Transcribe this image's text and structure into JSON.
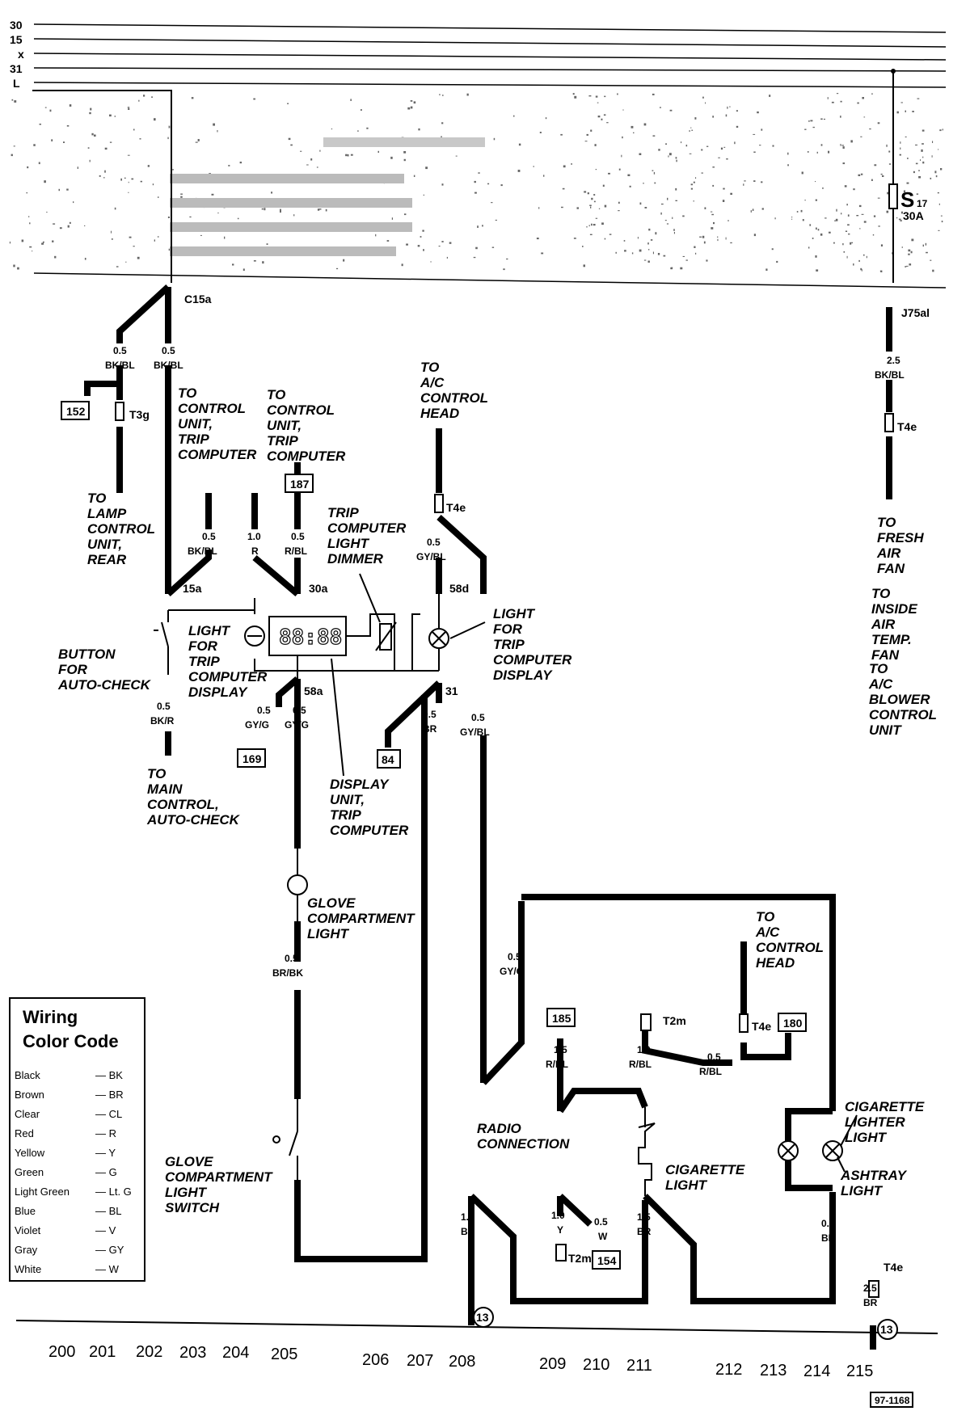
{
  "bus_labels": [
    "30",
    "15",
    "x",
    "31",
    "L"
  ],
  "relay_panel": {
    "fuse_label": "S",
    "fuse_number": "17",
    "fuse_rating": "30A",
    "connector_left": "C15a",
    "connector_right": "J75al"
  },
  "wires": {
    "w_c15a_a_size": "0.5",
    "w_c15a_a_color": "BK/BL",
    "w_c15a_b_size": "0.5",
    "w_c15a_b_color": "BK/BL",
    "w_15a_size": "0.5",
    "w_15a_color": "BK/BL",
    "w_r_size": "1.0",
    "w_r_color": "R",
    "w_rbl_size": "0.5",
    "w_rbl_color": "R/BL",
    "w_gybl_size": "0.5",
    "w_gybl_color": "GY/BL",
    "w_bkr_size": "0.5",
    "w_bkr_color": "BK/R",
    "w_gyg1_size": "0.5",
    "w_gyg1_color": "GY/G",
    "w_gyg2_size": "0.5",
    "w_gyg2_color": "GY/G",
    "w_br_size": "0.5",
    "w_br_color": "BR",
    "w_gybl2_size": "0.5",
    "w_gybl2_color": "GY/BL",
    "w_brbk_size": "0.5",
    "w_brbk_color": "BR/BK",
    "w_fan_size": "2.5",
    "w_fan_color": "BK/BL",
    "w_radio_size": "0.5",
    "w_radio_color": "GY/G",
    "w_185_size": "1.5",
    "w_185_color": "R/BL",
    "w_t2m_size": "1.0",
    "w_t2m_color": "R/BL",
    "w_t4e2_size": "0.5",
    "w_t4e2_color": "R/BL",
    "w_rad_br_size": "1.5",
    "w_rad_br_color": "BR",
    "w_y_size": "1.0",
    "w_y_color": "Y",
    "w_w_size": "0.5",
    "w_w_color": "W",
    "w_cig_br_size": "1.5",
    "w_cig_br_color": "BR",
    "w_ash_br_size": "0.5",
    "w_ash_br_color": "BR",
    "w_gnd_size": "2.5",
    "w_gnd_color": "BR"
  },
  "terminals": {
    "t15a": "15a",
    "t30a": "30a",
    "t58d": "58d",
    "t58a": "58a",
    "t31": "31"
  },
  "connectors": {
    "t3g": "T3g",
    "t4e_a": "T4e",
    "t4e_b": "T4e",
    "t4e_c": "T4e",
    "t4e_d": "T4e",
    "t2m_a": "T2m",
    "t2m_b": "T2m"
  },
  "refs": {
    "r152": "152",
    "r187": "187",
    "r169": "169",
    "r84": "84",
    "r185": "185",
    "r180": "180",
    "r154": "154",
    "g13a": "13",
    "g13b": "13"
  },
  "display_readout": "88:88",
  "notes": {
    "lamp_control": [
      "TO",
      "LAMP",
      "CONTROL",
      "UNIT,",
      "REAR"
    ],
    "ctrl_unit_1": [
      "TO",
      "CONTROL",
      "UNIT,",
      "TRIP",
      "COMPUTER"
    ],
    "ctrl_unit_2": [
      "TO",
      "CONTROL",
      "UNIT,",
      "TRIP",
      "COMPUTER"
    ],
    "ac_head_1": [
      "TO",
      "A/C",
      "CONTROL",
      "HEAD"
    ],
    "dimmer": [
      "TRIP",
      "COMPUTER",
      "LIGHT",
      "DIMMER"
    ],
    "light_left": [
      "LIGHT",
      "FOR",
      "TRIP",
      "COMPUTER",
      "DISPLAY"
    ],
    "light_right": [
      "LIGHT",
      "FOR",
      "TRIP",
      "COMPUTER",
      "DISPLAY"
    ],
    "button": [
      "BUTTON",
      "FOR",
      "AUTO-CHECK"
    ],
    "main_control": [
      "TO",
      "MAIN",
      "CONTROL,",
      "AUTO-CHECK"
    ],
    "display_unit": [
      "DISPLAY",
      "UNIT,",
      "TRIP",
      "COMPUTER"
    ],
    "glove_light": [
      "GLOVE",
      "COMPARTMENT",
      "LIGHT"
    ],
    "glove_switch": [
      "GLOVE",
      "COMPARTMENT",
      "LIGHT",
      "SWITCH"
    ],
    "fresh_air": [
      "TO",
      "FRESH",
      "AIR",
      "FAN"
    ],
    "inside_air": [
      "TO",
      "INSIDE",
      "AIR",
      "TEMP.",
      "FAN"
    ],
    "ac_blower": [
      "TO",
      "A/C",
      "BLOWER",
      "CONTROL",
      "UNIT"
    ],
    "ac_head_2": [
      "TO",
      "A/C",
      "CONTROL",
      "HEAD"
    ],
    "radio": [
      "RADIO",
      "CONNECTION"
    ],
    "cig_light": [
      "CIGARETTE",
      "LIGHTER",
      "LIGHT"
    ],
    "ashtray": [
      "ASHTRAY",
      "LIGHT"
    ],
    "cigarette": [
      "CIGARETTE",
      "LIGHT"
    ]
  },
  "legend": {
    "title_line1": "Wiring",
    "title_line2": "Color Code",
    "items": [
      {
        "name": "Black",
        "code": "BK"
      },
      {
        "name": "Brown",
        "code": "BR"
      },
      {
        "name": "Clear",
        "code": "CL"
      },
      {
        "name": "Red",
        "code": "R"
      },
      {
        "name": "Yellow",
        "code": "Y"
      },
      {
        "name": "Green",
        "code": "G"
      },
      {
        "name": "Light Green",
        "code": "Lt. G"
      },
      {
        "name": "Blue",
        "code": "BL"
      },
      {
        "name": "Violet",
        "code": "V"
      },
      {
        "name": "Gray",
        "code": "GY"
      },
      {
        "name": "White",
        "code": "W"
      }
    ]
  },
  "columns": [
    "200",
    "201",
    "202",
    "203",
    "204",
    "205",
    "206",
    "207",
    "208",
    "209",
    "210",
    "211",
    "212",
    "213",
    "214",
    "215"
  ],
  "figure_id": "97-1168"
}
